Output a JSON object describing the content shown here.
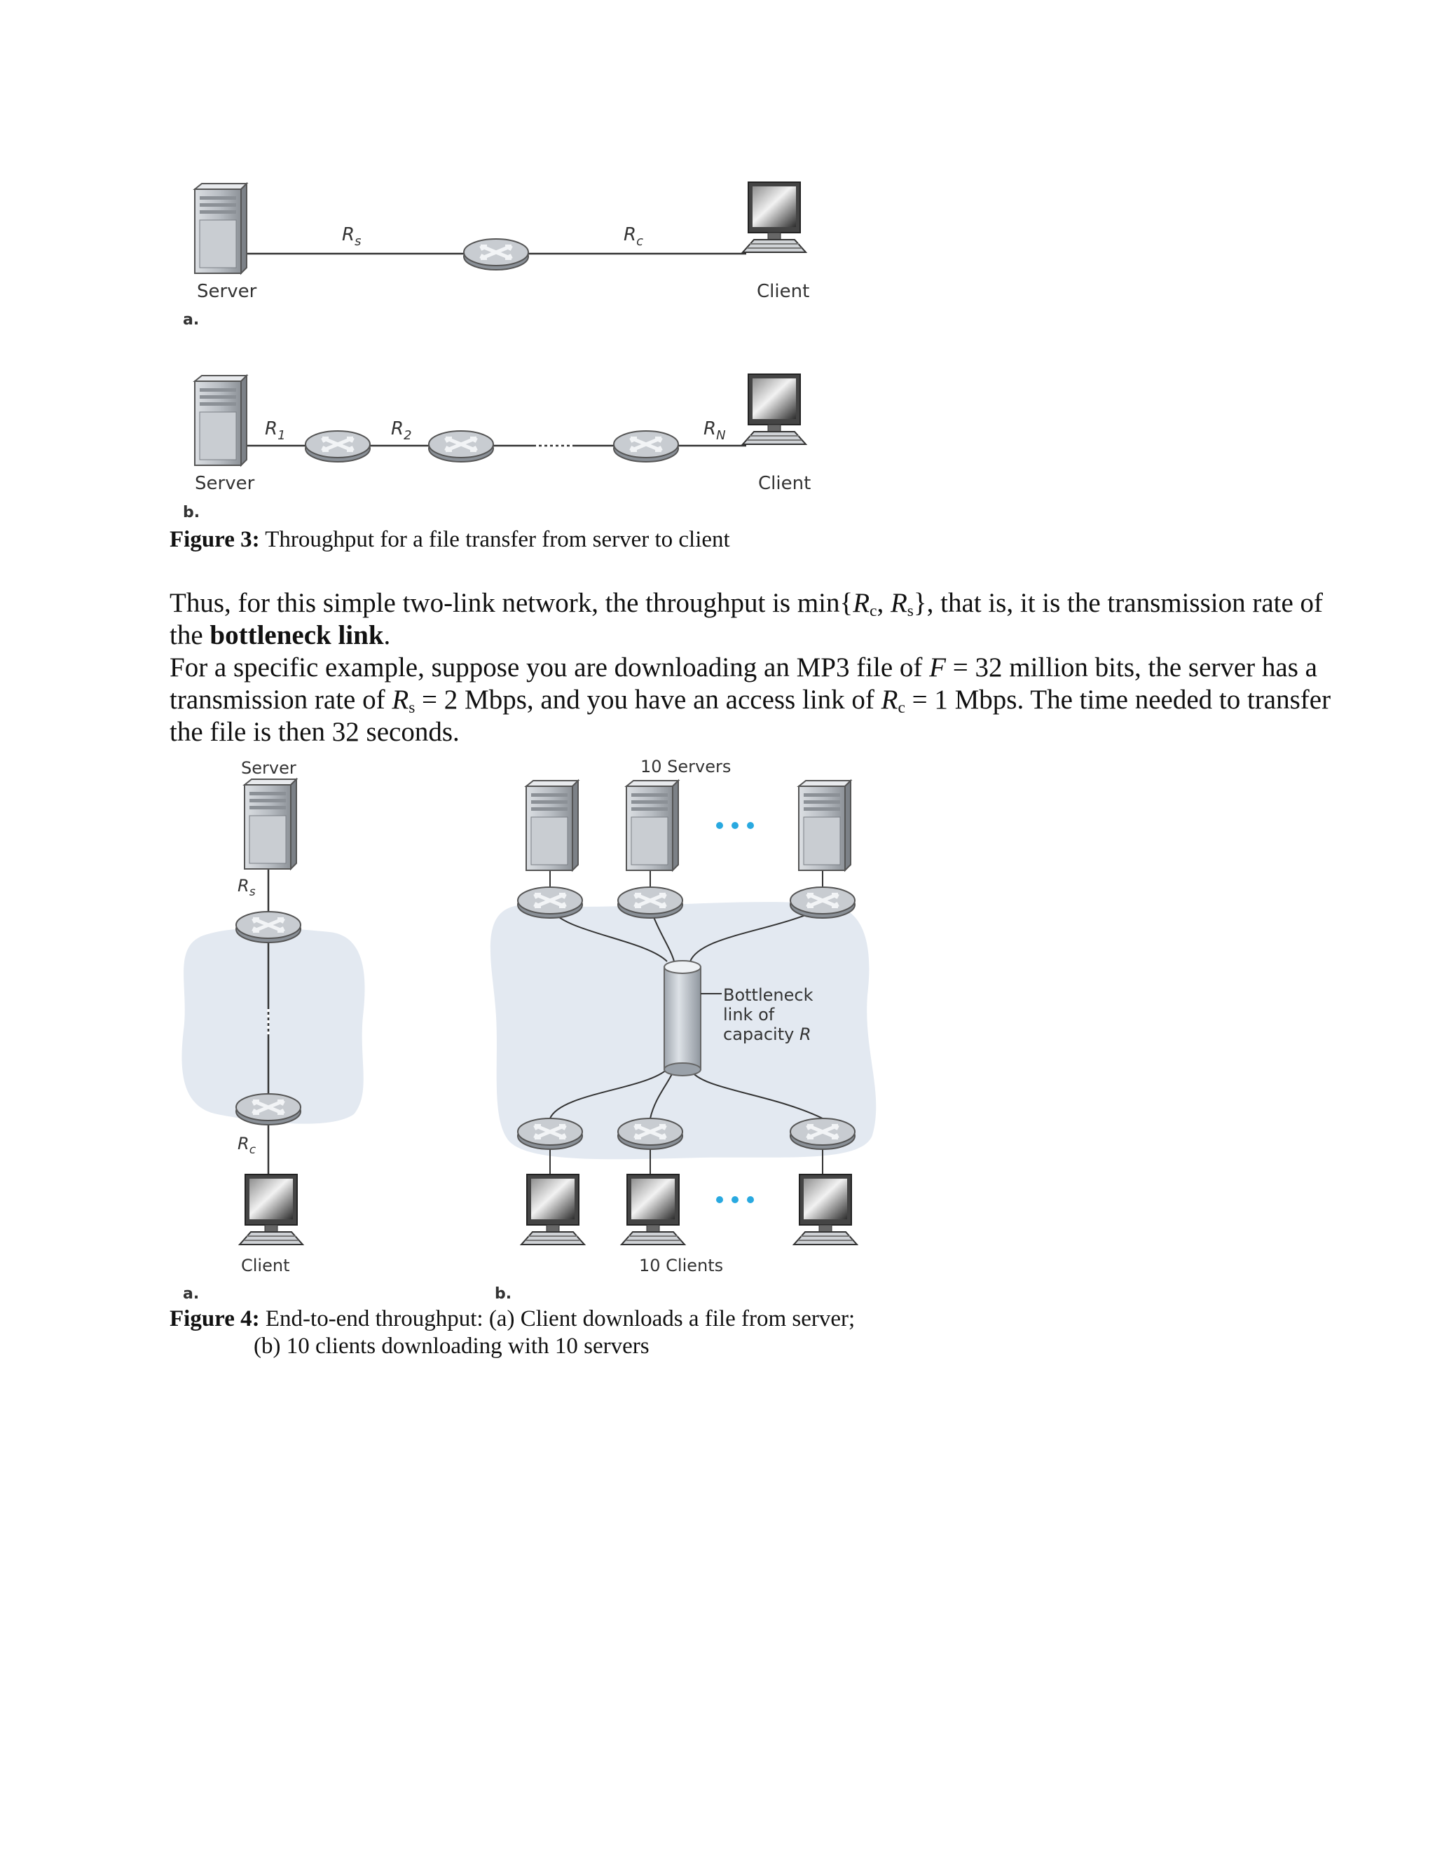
{
  "figure3": {
    "a": {
      "label": "a.",
      "server": "Server",
      "client": "Client",
      "rs": "R",
      "rs_sub": "s",
      "rc": "R",
      "rc_sub": "c"
    },
    "b": {
      "label": "b.",
      "server": "Server",
      "client": "Client",
      "r1": "R",
      "r1_sub": "1",
      "r2": "R",
      "r2_sub": "2",
      "rn": "R",
      "rn_sub": "N"
    },
    "caption_label": "Figure 3:",
    "caption_text": " Throughput for a file transfer from server to client"
  },
  "paragraph": {
    "line1_a": "Thus, for this simple two-link network, the throughput is min{",
    "rc": "R",
    "rc_sub": "c",
    "comma": ", ",
    "rs": "R",
    "rs_sub": "s",
    "line1_b": "}, that is, it is the transmission rate of the ",
    "bold": "bottleneck link",
    "period": ".",
    "line2_a": "For a specific example, suppose you are downloading an MP3 file of ",
    "F": "F",
    "line2_b": " = 32 million bits, the server has a transmission rate of ",
    "rs2": "R",
    "rs2_sub": "s",
    "line2_c": " = 2 Mbps, and you have an access link of ",
    "rc2": "R",
    "rc2_sub": "c",
    "line2_d": " = 1 Mbps. The time needed to transfer the file is then 32 seconds."
  },
  "figure4": {
    "a": {
      "label": "a.",
      "server": "Server",
      "client": "Client",
      "rs": "R",
      "rs_sub": "s",
      "rc": "R",
      "rc_sub": "c"
    },
    "b": {
      "label": "b.",
      "servers": "10 Servers",
      "clients": "10 Clients",
      "bottleneck_line1": "Bottleneck",
      "bottleneck_line2": "link of",
      "bottleneck_line3": "capacity ",
      "bottleneck_R": "R"
    },
    "caption_label": "Figure 4:",
    "caption_line1": " End-to-end throughput: (a) Client downloads a file from server;",
    "caption_line2": "(b) 10 clients downloading with 10 servers"
  },
  "colors": {
    "cloud": "#e3e9f1",
    "dots": "#29a9e0"
  }
}
